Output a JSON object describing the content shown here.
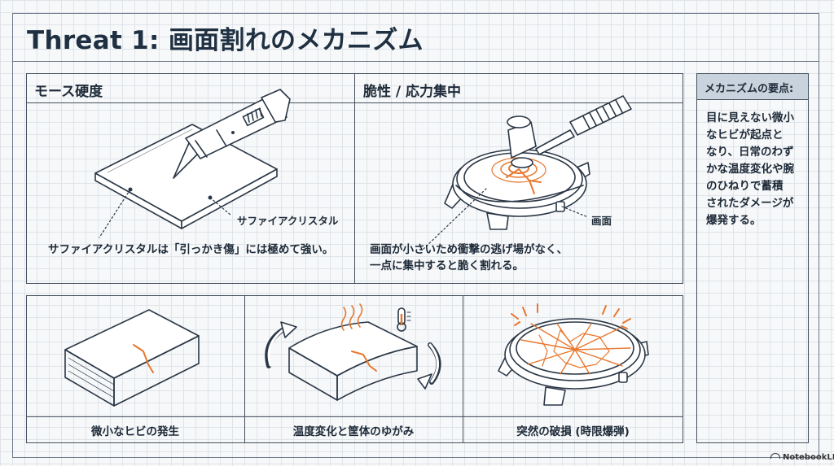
{
  "title": "Threat 1: 画面割れのメカニズム",
  "panel_mohs": {
    "title": "モース硬度",
    "callout": "サファイアクリスタル",
    "caption": "サファイアクリスタルは「引っかき傷」には極めて強い。"
  },
  "panel_brittle": {
    "title": "脆性 / 応力集中",
    "callout": "画面",
    "caption_line1": "画面が小さいため衝撃の逃げ場がなく、",
    "caption_line2": "一点に集中すると脆く割れる。"
  },
  "bottom_panels": [
    {
      "caption": "微小なヒビの発生"
    },
    {
      "caption": "温度変化と筐体のゆがみ"
    },
    {
      "caption": "突然の破損 (時限爆弾)"
    }
  ],
  "sidebar": {
    "heading": "メカニズムの要点:",
    "body": "目に見えない微小\nなヒビが起点と\nなり、日常のわず\nかな温度変化や腕\nのひねりで蓄積\nされたダメージが\n爆発する。"
  },
  "watermark": "NotebookLM",
  "colors": {
    "crack": "#e8772e",
    "ink": "#2a3746",
    "sidebar_header": "#c9d3de",
    "grid_background": "#f7f8f9"
  },
  "icons": [
    "utility-knife-icon",
    "hammer-icon",
    "thermometer-icon",
    "rotate-arrow-icon",
    "heat-waves-icon",
    "shatter-burst-icon"
  ]
}
